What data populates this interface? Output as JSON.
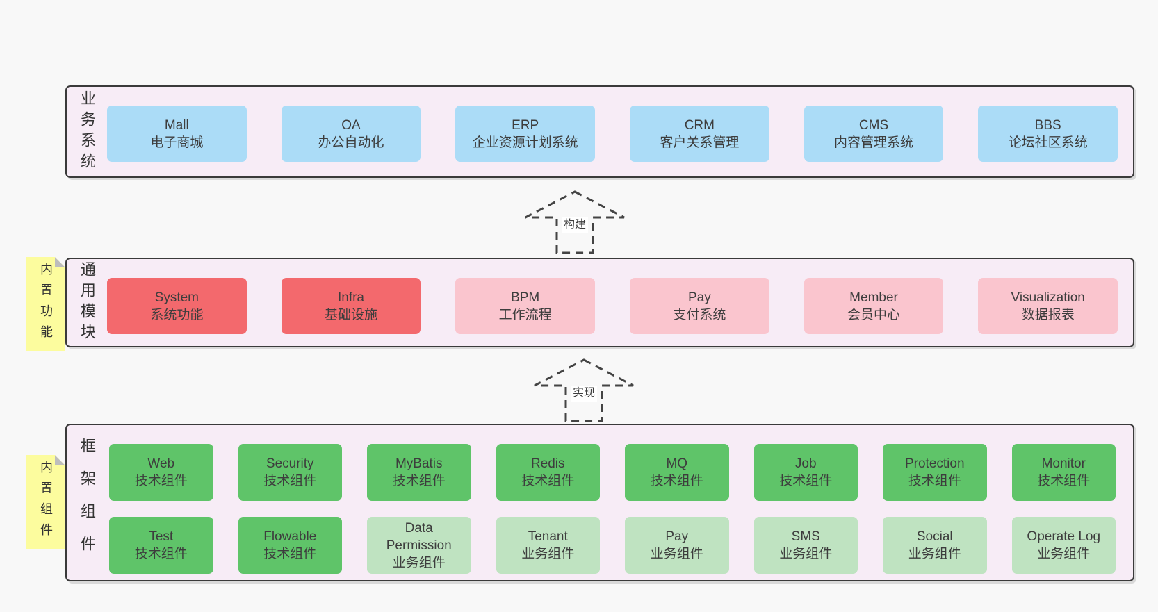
{
  "palette": {
    "page_bg": "#f8f8f8",
    "panel_bg": "#f7ecf6",
    "panel_border": "#3a3a3a",
    "box_blue": "#abdcf7",
    "box_red": "#f3696d",
    "box_pink": "#fac5ce",
    "box_green": "#5fc469",
    "box_light_green": "#bfe3c1",
    "sticky_yellow": "#fcfc9e",
    "text": "#3d3d3d"
  },
  "arrows": [
    {
      "label": "构建"
    },
    {
      "label": "实现"
    }
  ],
  "layers": [
    {
      "label": "业务系统",
      "boxes": [
        {
          "name": "Mall",
          "subtitle": "电子商城"
        },
        {
          "name": "OA",
          "subtitle": "办公自动化"
        },
        {
          "name": "ERP",
          "subtitle": "企业资源计划系统"
        },
        {
          "name": "CRM",
          "subtitle": "客户关系管理"
        },
        {
          "name": "CMS",
          "subtitle": "内容管理系统"
        },
        {
          "name": "BBS",
          "subtitle": "论坛社区系统"
        }
      ]
    },
    {
      "label": "通用模块",
      "sticky": "内置功能",
      "boxes": [
        {
          "name": "System",
          "subtitle": "系统功能"
        },
        {
          "name": "Infra",
          "subtitle": "基础设施"
        },
        {
          "name": "BPM",
          "subtitle": "工作流程"
        },
        {
          "name": "Pay",
          "subtitle": "支付系统"
        },
        {
          "name": "Member",
          "subtitle": "会员中心"
        },
        {
          "name": "Visualization",
          "subtitle": "数据报表"
        }
      ]
    },
    {
      "label": "框架组件",
      "sticky": "内置组件",
      "rows": [
        [
          {
            "name": "Web",
            "subtitle": "技术组件"
          },
          {
            "name": "Security",
            "subtitle": "技术组件"
          },
          {
            "name": "MyBatis",
            "subtitle": "技术组件"
          },
          {
            "name": "Redis",
            "subtitle": "技术组件"
          },
          {
            "name": "MQ",
            "subtitle": "技术组件"
          },
          {
            "name": "Job",
            "subtitle": "技术组件"
          },
          {
            "name": "Protection",
            "subtitle": "技术组件"
          },
          {
            "name": "Monitor",
            "subtitle": "技术组件"
          }
        ],
        [
          {
            "name": "Test",
            "subtitle": "技术组件"
          },
          {
            "name": "Flowable",
            "subtitle": "技术组件"
          },
          {
            "name": "Data Permission",
            "subtitle": "业务组件"
          },
          {
            "name": "Tenant",
            "subtitle": "业务组件"
          },
          {
            "name": "Pay",
            "subtitle": "业务组件"
          },
          {
            "name": "SMS",
            "subtitle": "业务组件"
          },
          {
            "name": "Social",
            "subtitle": "业务组件"
          },
          {
            "name": "Operate Log",
            "subtitle": "业务组件"
          }
        ]
      ]
    }
  ]
}
